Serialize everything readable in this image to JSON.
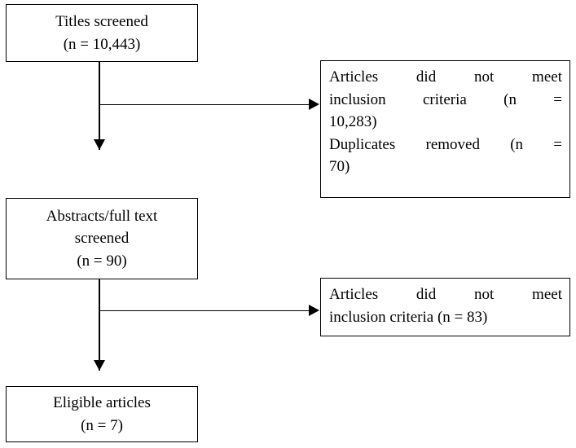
{
  "figure": {
    "type": "prisma-flow-diagram",
    "background_color": "#ffffff",
    "line_color": "#000000",
    "text_color": "#000000"
  },
  "nodes": {
    "titles_screened": {
      "label": "Titles screened",
      "count_label": "(n = 10,443)",
      "n": 10443
    },
    "excluded_stage_1": {
      "line_1": "Articles did not meet",
      "line_2": "inclusion criteria (n =",
      "line_3": "10,283)",
      "line_4": "Duplicates removed (n =",
      "line_5": "70)",
      "reason_1": "Articles did not meet inclusion criteria (n = 10,283)",
      "reason_2": "Duplicates removed (n = 70)",
      "n_not_meeting_criteria": 10283,
      "n_duplicates_removed": 70
    },
    "abstracts_fulltext_screened": {
      "label_line_1": "Abstracts/full text",
      "label_line_2": "screened",
      "count_label": "(n = 90)",
      "n": 90
    },
    "excluded_stage_2": {
      "line_1": "Articles did not meet",
      "line_2": "inclusion criteria (n = 83)",
      "reason_1": "Articles did not meet inclusion criteria (n = 83)",
      "n_not_meeting_criteria": 83
    },
    "eligible_articles": {
      "label": "Eligible articles",
      "count_label": "(n = 7)",
      "n": 7
    }
  },
  "connectors": {
    "titles_to_abstracts": "arrow-down",
    "titles_to_excluded_1": "arrow-right",
    "abstracts_to_eligible": "arrow-down",
    "abstracts_to_excluded_2": "arrow-right"
  }
}
